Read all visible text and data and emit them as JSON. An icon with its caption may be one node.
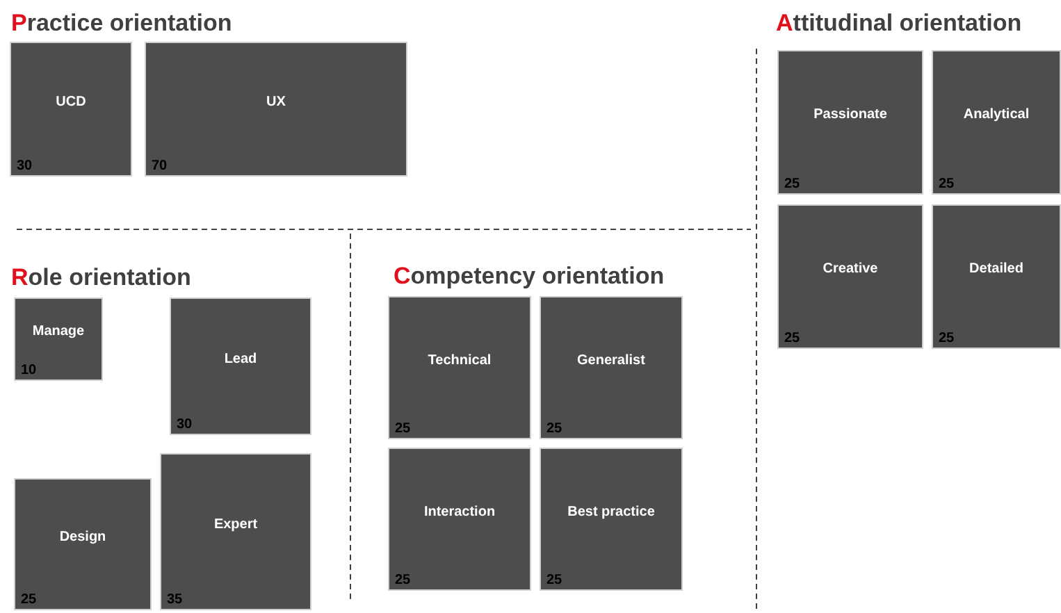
{
  "diagram": {
    "nodes": [
      {
        "text": [
          "UCD",
          "30"
        ]
      },
      {
        "text": [
          "UX",
          "70"
        ]
      },
      {
        "text": [
          "Passionate",
          "25"
        ]
      },
      {
        "text": [
          "Analytical",
          "25"
        ]
      },
      {
        "text": [
          "Creative",
          "25"
        ]
      },
      {
        "text": [
          "Detailed",
          "25"
        ]
      },
      {
        "text": [
          "Manage",
          "10"
        ]
      },
      {
        "text": [
          "Lead",
          "30"
        ]
      },
      {
        "text": [
          "Design",
          "25"
        ]
      },
      {
        "text": [
          "Expert",
          "35"
        ]
      },
      {
        "text": [
          "Technical",
          "25"
        ]
      },
      {
        "text": [
          "Generalist",
          "25"
        ]
      },
      {
        "text": [
          "Interaction",
          "25"
        ]
      },
      {
        "text": [
          "Best practice",
          "25"
        ]
      }
    ],
    "edges": [],
    "labels": [
      "Practice orientation",
      "Attitudinal orientation",
      "Role orientation",
      "Competency orientation"
    ]
  }
}
